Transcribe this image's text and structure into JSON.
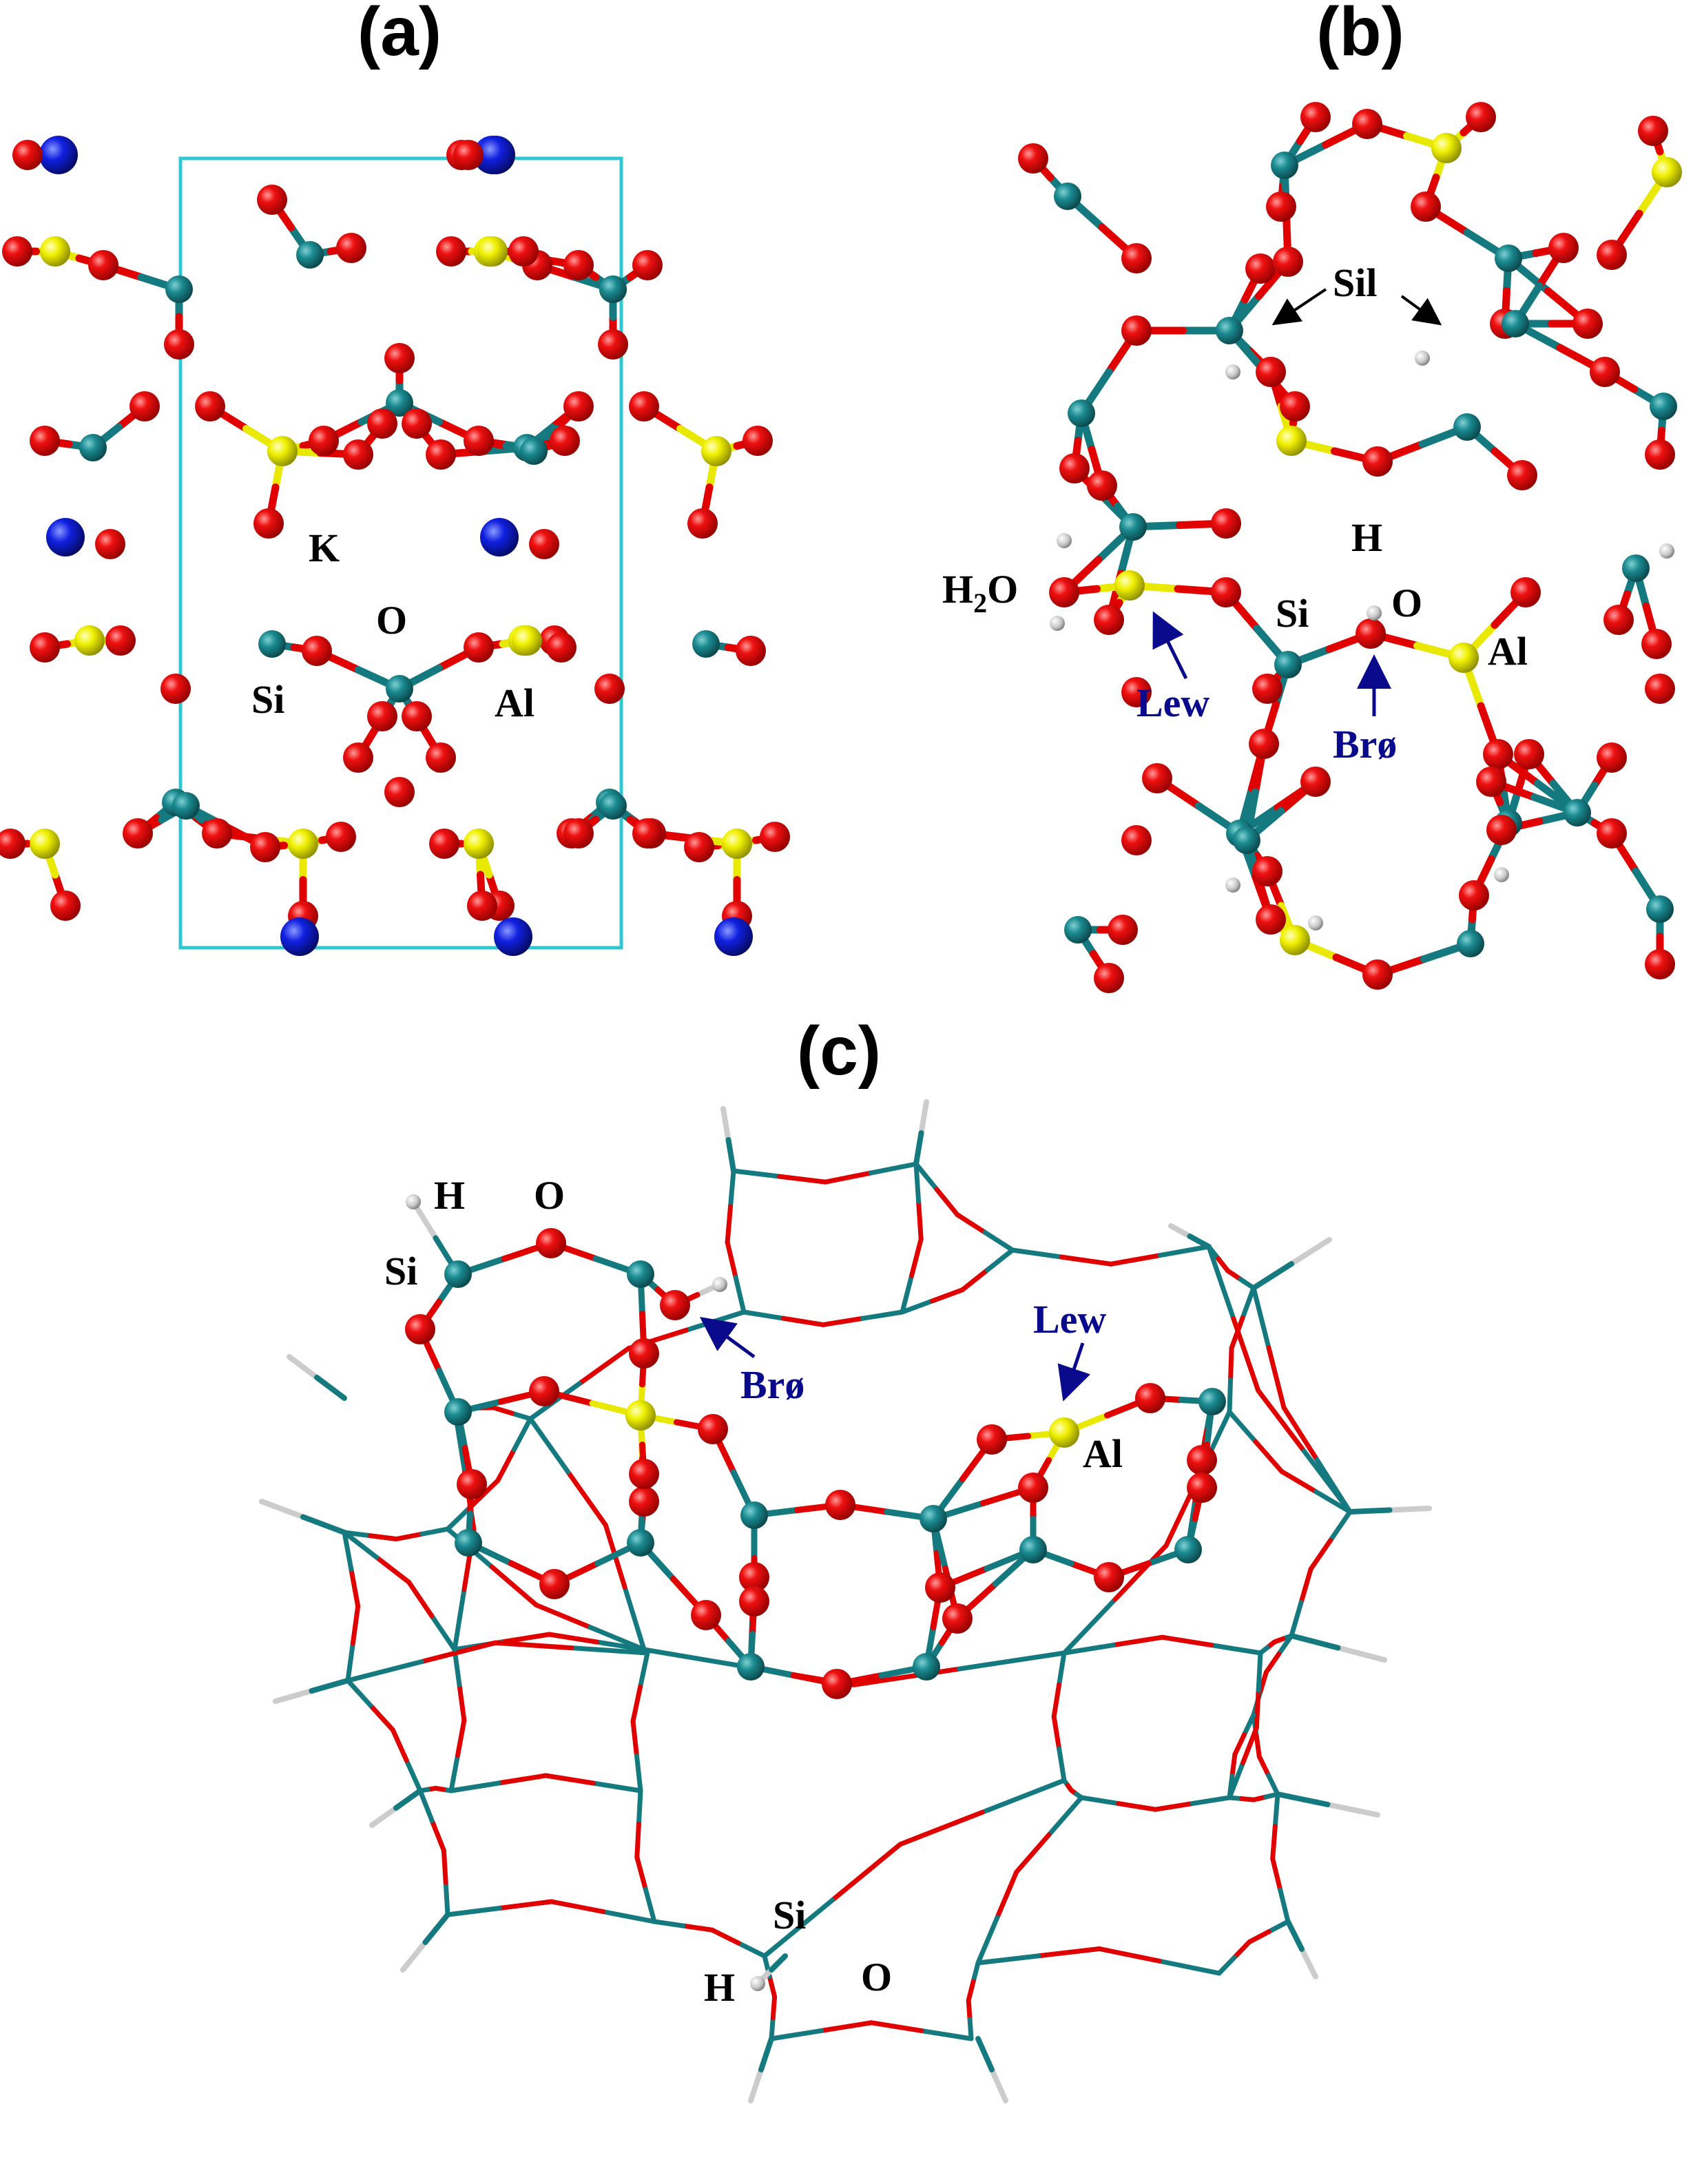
{
  "panels": {
    "a": {
      "label": "(a)"
    },
    "b": {
      "label": "(b)"
    },
    "c": {
      "label": "(c)"
    }
  },
  "labels_a": {
    "K": "K",
    "O": "O",
    "Si": "Si",
    "Al": "Al"
  },
  "labels_b": {
    "Sil": "Sil",
    "H": "H",
    "H2O_H": "H",
    "H2O_2": "2",
    "H2O_O": "O",
    "Si": "Si",
    "O": "O",
    "Al": "Al",
    "Lew": "Lew",
    "Bro": "Brø"
  },
  "labels_c": {
    "H_top": "H",
    "O_top": "O",
    "Si_top": "Si",
    "Bro": "Brø",
    "Lew": "Lew",
    "Al": "Al",
    "Si_bottom": "Si",
    "H_bottom": "H",
    "O_bottom": "O"
  },
  "colors": {
    "oxygen": "#e00000",
    "silicon": "#157a80",
    "aluminum": "#e8e800",
    "potassium": "#0a1ad0",
    "hydrogen": "#cccccc",
    "cell": "#30c8d0",
    "blue_text": "#0a0a8c"
  }
}
